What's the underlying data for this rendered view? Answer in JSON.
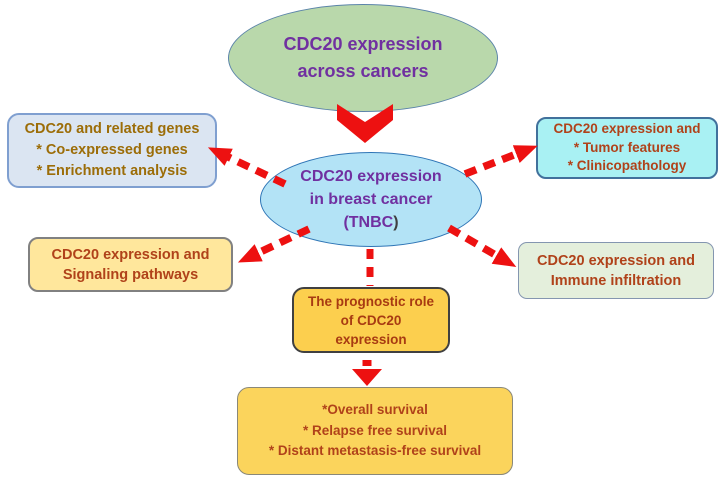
{
  "nodes": {
    "across_cancers": {
      "lines": [
        "CDC20 expression",
        "across cancers"
      ]
    },
    "breast_cancer": {
      "lines": [
        "CDC20 expression",
        "in breast cancer"
      ],
      "line3_main": "(TNBC",
      "line3_close": ")"
    },
    "related_genes": {
      "lines": [
        "CDC20 and related genes",
        "* Co-expressed genes",
        "* Enrichment analysis"
      ]
    },
    "tumor_features": {
      "lines": [
        "CDC20 expression and",
        "* Tumor features",
        "* Clinicopathology"
      ]
    },
    "signaling": {
      "lines": [
        "CDC20 expression and",
        "Signaling pathways"
      ]
    },
    "immune": {
      "lines": [
        "CDC20 expression and",
        "Immune infiltration"
      ]
    },
    "prognostic": {
      "lines": [
        "The prognostic role",
        "of CDC20",
        "expression"
      ]
    },
    "survival": {
      "lines": [
        "*Overall survival",
        "* Relapse free survival",
        "* Distant metastasis-free survival"
      ]
    }
  },
  "colors": {
    "purple_text": "#7030a0",
    "gold_text": "#9c6d08",
    "rust_text": "#b0421a",
    "arrow_red": "#ed1111",
    "top_ellipse_fill": "#b9d8ab",
    "center_ellipse_fill": "#b3e3f6",
    "related_genes_fill": "#dbe5f2",
    "tumor_features_fill": "#a9f1f3",
    "signaling_fill": "#ffe79c",
    "immune_fill": "#e4efdc",
    "prognostic_fill": "#fccf4e",
    "survival_fill": "#fbd45c"
  }
}
